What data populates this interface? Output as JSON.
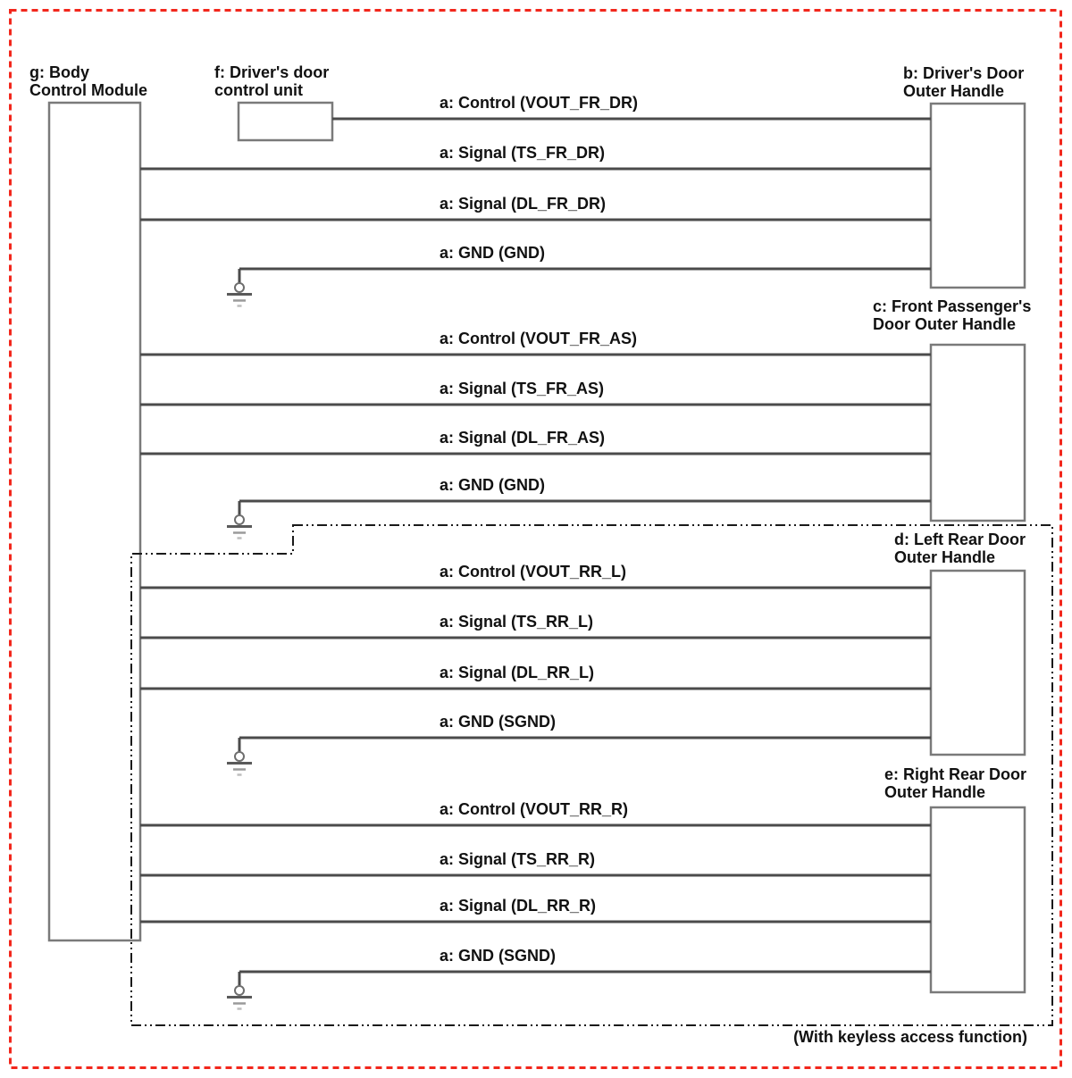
{
  "note": "(With keyless access function)",
  "modules": {
    "bcm": {
      "line1": "g: Body",
      "line2": "Control Module"
    },
    "door_control_unit": {
      "line1": "f: Driver's door",
      "line2": "control unit"
    }
  },
  "sections": [
    {
      "handle": {
        "line1": "b: Driver's Door",
        "line2": "Outer Handle"
      },
      "wires": [
        "a: Control (VOUT_FR_DR)",
        "a: Signal (TS_FR_DR)",
        "a: Signal (DL_FR_DR)",
        "a: GND (GND)"
      ]
    },
    {
      "handle": {
        "line1": "c: Front Passenger's",
        "line2": "Door Outer Handle"
      },
      "wires": [
        "a: Control (VOUT_FR_AS)",
        "a: Signal (TS_FR_AS)",
        "a: Signal (DL_FR_AS)",
        "a: GND (GND)"
      ]
    },
    {
      "handle": {
        "line1": "d: Left Rear Door",
        "line2": "Outer Handle"
      },
      "wires": [
        "a: Control (VOUT_RR_L)",
        "a: Signal (TS_RR_L)",
        "a: Signal (DL_RR_L)",
        "a: GND (SGND)"
      ]
    },
    {
      "handle": {
        "line1": "e: Right Rear Door",
        "line2": "Outer Handle"
      },
      "wires": [
        "a: Control (VOUT_RR_R)",
        "a: Signal (TS_RR_R)",
        "a: Signal (DL_RR_R)",
        "a: GND (SGND)"
      ]
    }
  ],
  "colors": {
    "wire": "#4b4b4b",
    "box_border": "#7a7a7a",
    "keyless_border": "#1a1a1a",
    "outer_border_red": "#f2271c",
    "text": "#111111",
    "background": "#ffffff"
  }
}
